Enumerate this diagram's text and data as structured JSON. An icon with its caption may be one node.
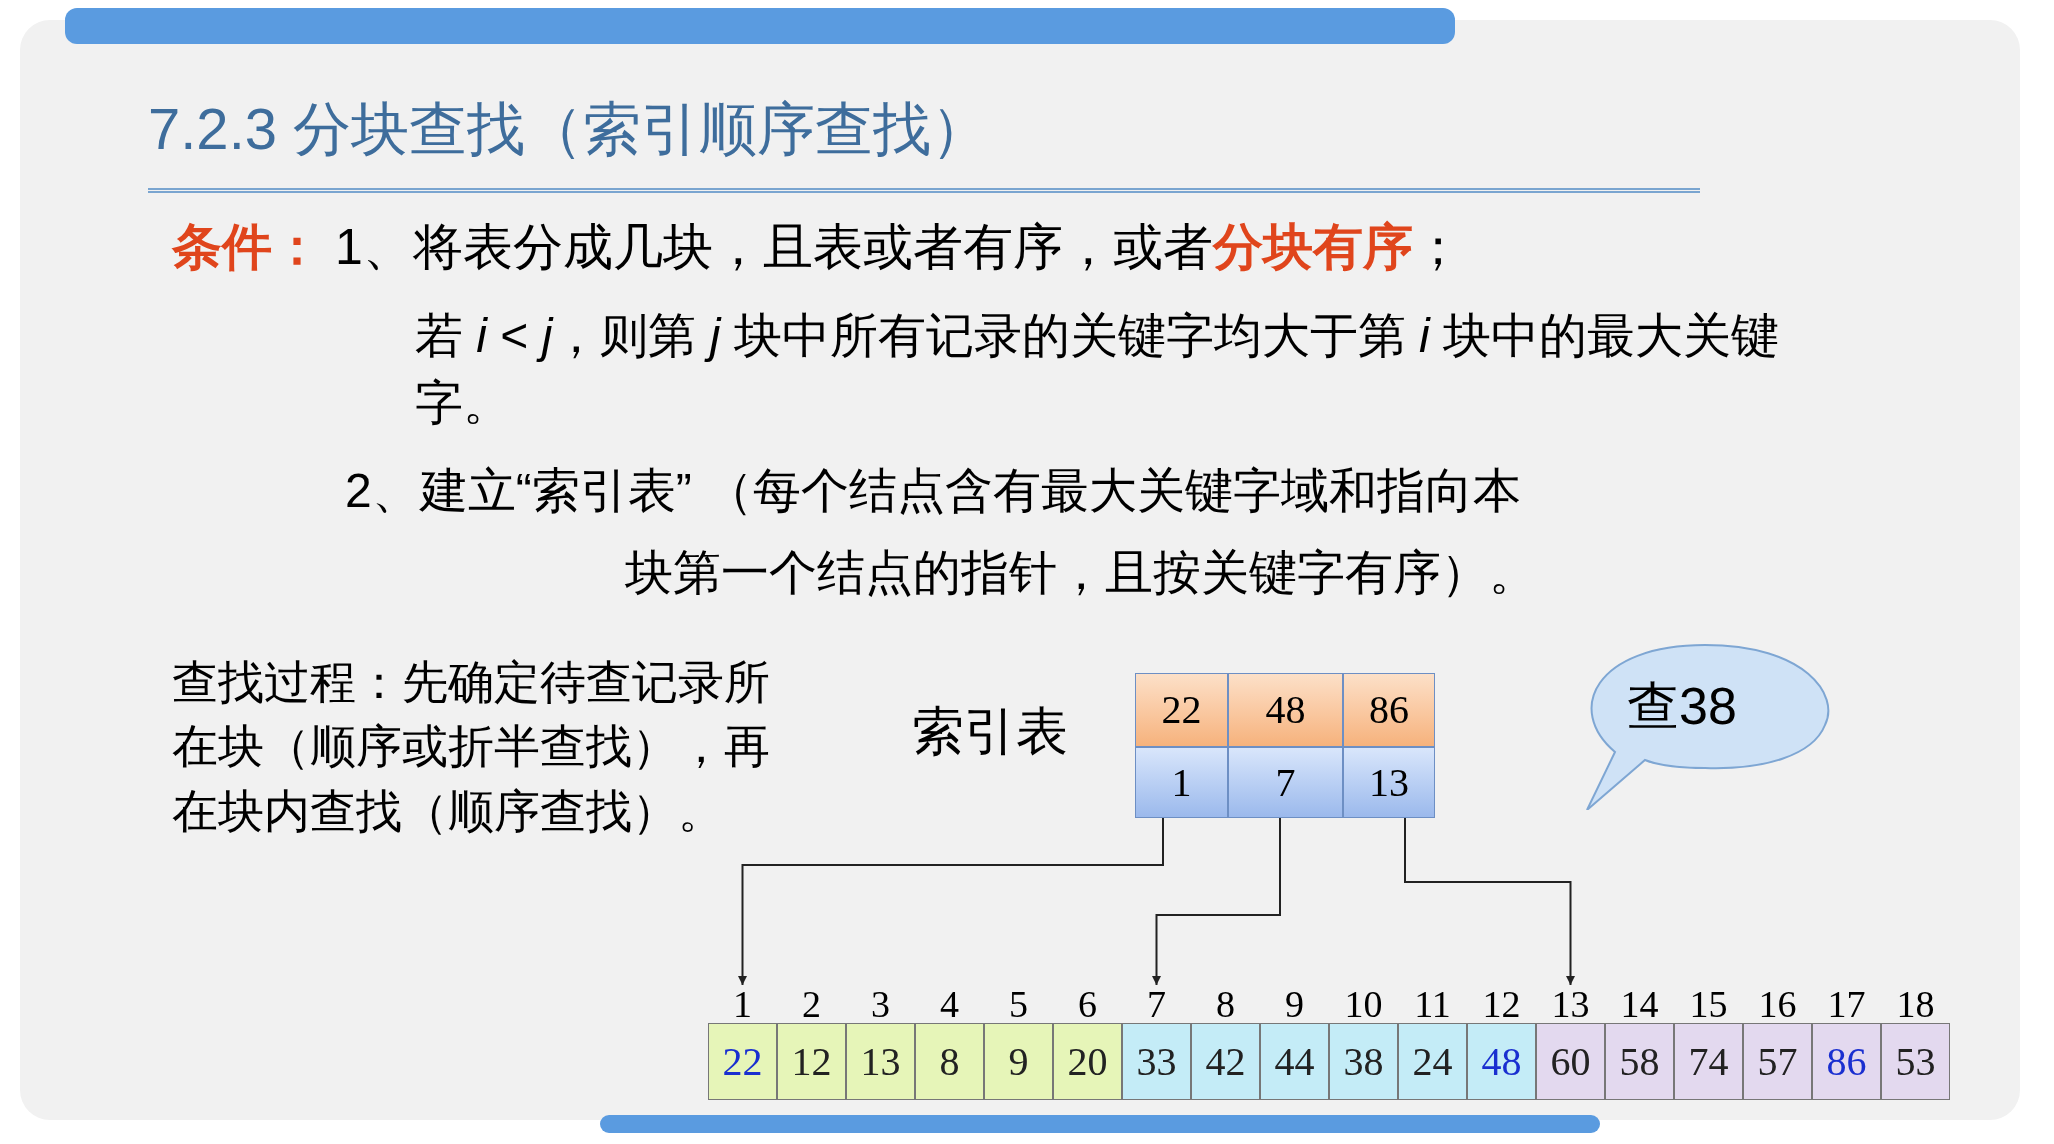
{
  "diagram": {
    "title": "7.2.3 分块查找（索引顺序查找）",
    "nodes": [
      {
        "text": [
          "22"
        ]
      },
      {
        "text": [
          "48"
        ]
      },
      {
        "text": [
          "86"
        ]
      },
      {
        "text": [
          "1"
        ]
      },
      {
        "text": [
          "7"
        ]
      },
      {
        "text": [
          "13"
        ]
      },
      {
        "text": [
          "查38"
        ]
      },
      {
        "text": [
          "22"
        ],
        "beside": [
          "1"
        ]
      },
      {
        "text": [
          "12"
        ],
        "beside": [
          "2"
        ]
      },
      {
        "text": [
          "13"
        ],
        "beside": [
          "3"
        ]
      },
      {
        "text": [
          "8"
        ],
        "beside": [
          "4"
        ]
      },
      {
        "text": [
          "9"
        ],
        "beside": [
          "5"
        ]
      },
      {
        "text": [
          "20"
        ],
        "beside": [
          "6"
        ]
      },
      {
        "text": [
          "33"
        ],
        "beside": [
          "7"
        ]
      },
      {
        "text": [
          "42"
        ],
        "beside": [
          "8"
        ]
      },
      {
        "text": [
          "44"
        ],
        "beside": [
          "9"
        ]
      },
      {
        "text": [
          "38"
        ],
        "beside": [
          "10"
        ]
      },
      {
        "text": [
          "24"
        ],
        "beside": [
          "11"
        ]
      },
      {
        "text": [
          "48"
        ],
        "beside": [
          "12"
        ]
      },
      {
        "text": [
          "60"
        ],
        "beside": [
          "13"
        ]
      },
      {
        "text": [
          "58"
        ],
        "beside": [
          "14"
        ]
      },
      {
        "text": [
          "74"
        ],
        "beside": [
          "15"
        ]
      },
      {
        "text": [
          "57"
        ],
        "beside": [
          "16"
        ]
      },
      {
        "text": [
          "86"
        ],
        "beside": [
          "17"
        ]
      },
      {
        "text": [
          "53"
        ],
        "beside": [
          "18"
        ]
      }
    ],
    "edges": [
      {
        "from": 3,
        "to": 7,
        "arrow": "to"
      },
      {
        "from": 4,
        "to": 13,
        "arrow": "to"
      },
      {
        "from": 5,
        "to": 19,
        "arrow": "to"
      }
    ],
    "labels": [
      "条件：",
      "1、将表分成几块，且表或者有序，或者**分块有序**；",
      "若 *i* < *j*，则第 *j* 块中所有记录的关键字均大于第 *i* 块中的最大关键字。",
      "2、建立“索引表” （每个结点含有最大关键字域和指向本块第一个结点的指针，且按关键字有序）。",
      "查找过程：先确定待查记录所在块（顺序或折半查找），再在块内查找（顺序查找）。",
      "索引表"
    ]
  }
}
